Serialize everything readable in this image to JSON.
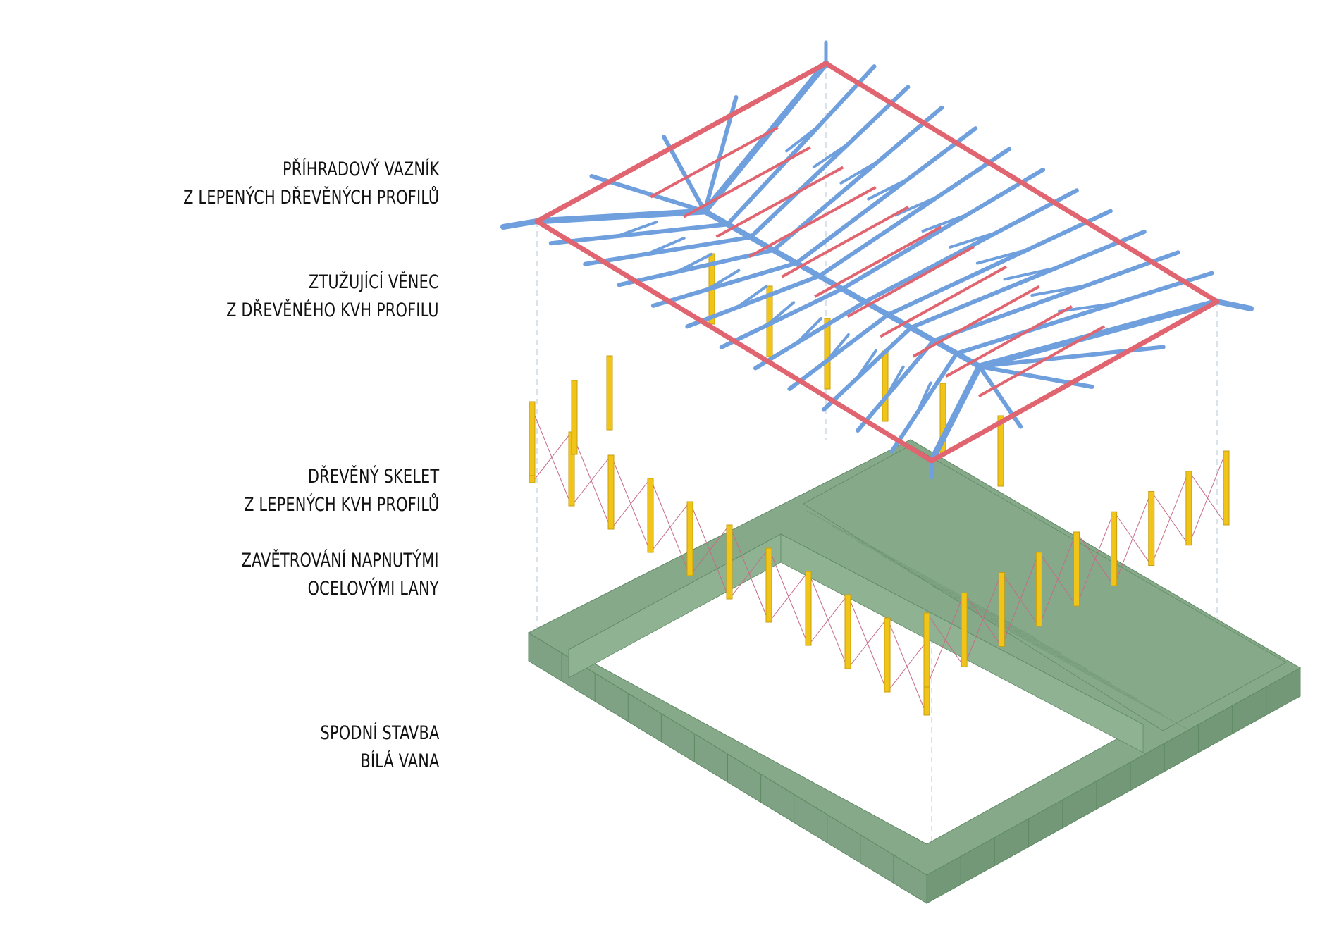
{
  "labels": {
    "truss": {
      "line1": "PŘÍHRADOVÝ VAZNÍK",
      "line2": "Z LEPENÝCH DŘEVĚNÝCH PROFILŮ"
    },
    "ring": {
      "line1": "ZTUŽUJÍCÍ VĚNEC",
      "line2": "Z DŘEVĚNÉHO KVH PROFILU"
    },
    "skeleton": {
      "line1": "DŘEVĚNÝ SKELET",
      "line2": "Z LEPENÝCH KVH PROFILŮ"
    },
    "bracing": {
      "line1": "ZAVĚTROVÁNÍ NAPNUTÝMI",
      "line2": "OCELOVÝMI LANY"
    },
    "base": {
      "line1": "SPODNÍ STAVBA",
      "line2": "BÍLÁ VANA"
    }
  },
  "colors": {
    "truss": "#6fa0dd",
    "ring": "#e06570",
    "columns": "#f0c419",
    "cables": "#c66b86",
    "base": "#86a98a",
    "base_edge": "#5f8a64"
  }
}
